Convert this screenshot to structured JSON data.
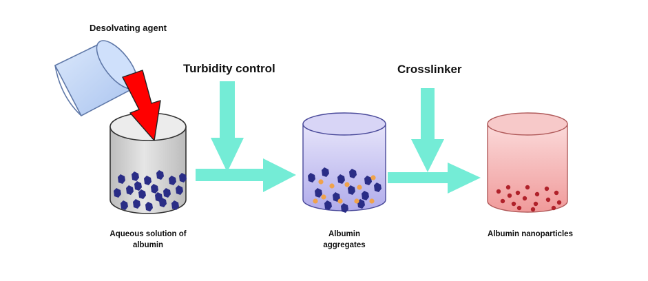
{
  "labels": {
    "desolvating_agent": "Desolvating agent",
    "turbidity_control": "Turbidity control",
    "crosslinker": "Crosslinker",
    "aqueous_line1": "Aqueous solution of",
    "aqueous_line2": "albumin",
    "aggregates_line1": "Albumin",
    "aggregates_line2": "aggregates",
    "nanoparticles": "Albumin nanoparticles"
  },
  "colors": {
    "beaker_gray": "#d4d4d4",
    "beaker_blue": "#c9c4ee",
    "beaker_red": "#f4b3b3",
    "arrow_cyan": "#74ecd6",
    "pour_arrow_red": "#ff0000",
    "protein_navy": "#2a2d86",
    "aggregate_orange": "#f0a24a",
    "nanoparticle_red": "#b0212a",
    "pour_cylinder": "#c2d8f6"
  }
}
